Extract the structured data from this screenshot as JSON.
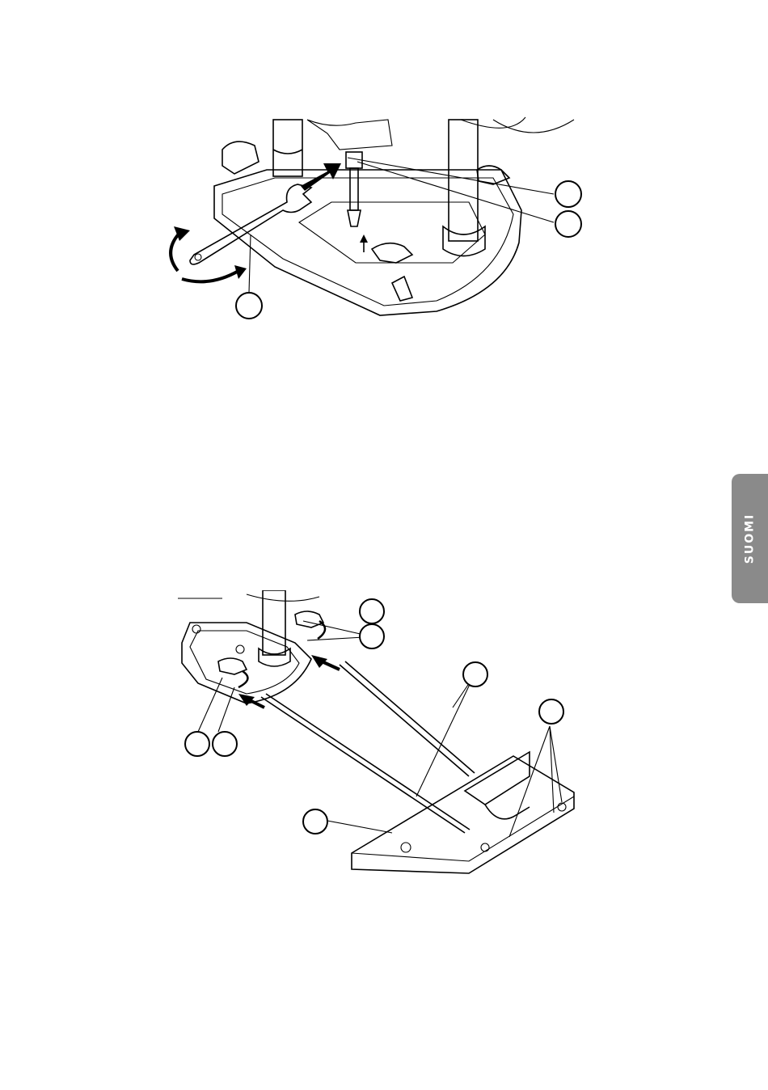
{
  "side_tab": {
    "label": "SUOMI"
  },
  "figures": [
    {
      "id": "router-bit-change",
      "callouts": [
        "",
        "",
        ""
      ]
    },
    {
      "id": "parallel-guide-mounting",
      "callouts": [
        "",
        "",
        "",
        "",
        "",
        "",
        ""
      ]
    }
  ]
}
